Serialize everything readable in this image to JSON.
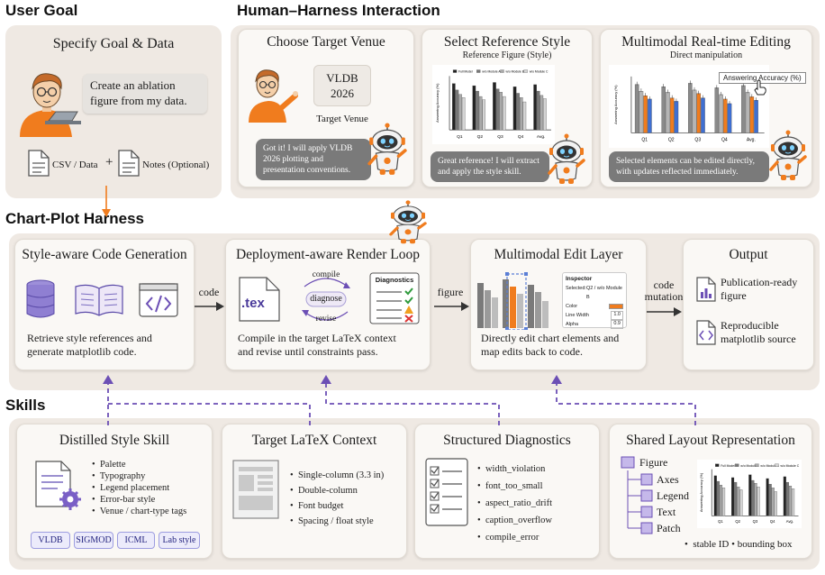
{
  "sections": {
    "user_goal": "User Goal",
    "interaction": "Human–Harness Interaction",
    "harness": "Chart-Plot Harness",
    "skills": "Skills"
  },
  "user_goal": {
    "title": "Specify Goal & Data",
    "speech": [
      "Create an ablation",
      "figure from my data."
    ],
    "csv": "CSV / Data",
    "plus": "+",
    "notes": "Notes (Optional)"
  },
  "venue": {
    "title": "Choose Target Venue",
    "venue_line1": "VLDB",
    "venue_line2": "2026",
    "label": "Target Venue",
    "bubble": [
      "Got it! I will apply VLDB",
      "2026 plotting and",
      "presentation conventions."
    ]
  },
  "reference": {
    "title": "Select Reference Style",
    "subtitle": "Reference Figure (Style)",
    "bubble": [
      "Great reference! I will extract",
      "and apply the style skill."
    ]
  },
  "editing": {
    "title": "Multimodal Real-time Editing",
    "subtitle": "Direct manipulation",
    "tooltip": "Answering Accuracy (%)",
    "bubble": [
      "Selected elements can be edited directly,",
      "with updates reflected immediately."
    ]
  },
  "thumb": {
    "legend": [
      "Full Model",
      "w/o Module A",
      "w/o Module B",
      "w/o Module C"
    ],
    "categories": [
      "Q1",
      "Q2",
      "Q3",
      "Q4",
      "Avg."
    ],
    "ylabel": "Answering Accuracy (%)"
  },
  "harness": {
    "codegen": {
      "title": "Style-aware Code Generation",
      "desc": [
        "Retrieve style references and",
        "generate matplotlib code."
      ]
    },
    "render": {
      "title": "Deployment-aware Render Loop",
      "tex": ".tex",
      "compile": "compile",
      "diagnose": "diagnose",
      "revise": "revise",
      "diagnostics": "Diagnostics",
      "desc": [
        "Compile in the target LaTeX context",
        "and revise until constraints pass."
      ]
    },
    "edit": {
      "title": "Multimodal Edit Layer",
      "inspector": "Inspector",
      "rows": [
        {
          "k": "Selected:",
          "v": "Q2 / w/o Module B"
        },
        {
          "k": "Color",
          "v": ""
        },
        {
          "k": "Line Width",
          "v": "1.0"
        },
        {
          "k": "Alpha",
          "v": "0.9"
        }
      ],
      "desc": [
        "Directly edit chart elements and",
        "map edits back to code."
      ]
    },
    "output": {
      "title": "Output",
      "item1": [
        "Publication-ready",
        "figure"
      ],
      "item2": [
        "Reproducible",
        "matplotlib source"
      ]
    },
    "arrow_code": "code",
    "arrow_figure": "figure",
    "arrow_mutation": [
      "code",
      "mutation"
    ]
  },
  "skills": {
    "style": {
      "title": "Distilled Style Skill",
      "items": [
        "Palette",
        "Typography",
        "Legend placement",
        "Error-bar style",
        "Venue / chart-type tags"
      ],
      "tags": [
        "VLDB",
        "SIGMOD",
        "ICML",
        "Lab style"
      ]
    },
    "latex": {
      "title": "Target LaTeX Context",
      "items": [
        "Single-column (3.3 in)",
        "Double-column",
        "Font budget",
        "Spacing / float style"
      ]
    },
    "diag": {
      "title": "Structured Diagnostics",
      "items": [
        "width_violation",
        "font_too_small",
        "aspect_ratio_drift",
        "caption_overflow",
        "compile_error"
      ]
    },
    "layout": {
      "title": "Shared Layout Representation",
      "tree": [
        "Figure",
        "Axes",
        "Legend",
        "Text",
        "Patch"
      ],
      "footer": "stable ID • bounding box"
    }
  },
  "colors": {
    "accent_orange": "#f07c1e",
    "skill_purple": "#6c4fb5",
    "bubble_gray": "#7a7a7a",
    "panel": "#efe9e3"
  }
}
